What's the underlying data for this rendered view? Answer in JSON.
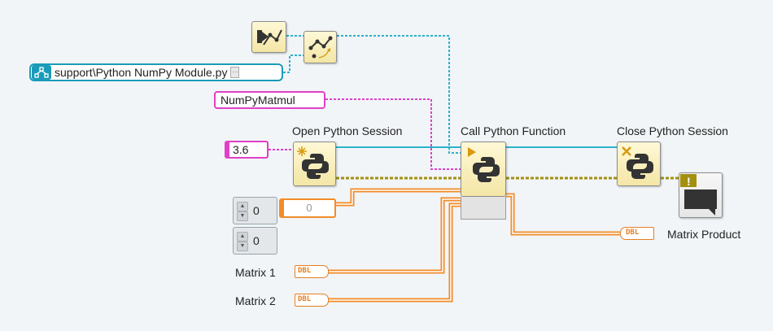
{
  "nodes": {
    "open_session": {
      "label": "Open Python Session"
    },
    "call_function": {
      "label": "Call Python Function"
    },
    "close_session": {
      "label": "Close Python Session"
    }
  },
  "constants": {
    "module_path": "support\\Python NumPy Module.py",
    "function_name": "NumPyMatmul",
    "python_version": "3.6"
  },
  "controls": {
    "stepper_1": "0",
    "stepper_2": "0",
    "indicator_value": "0"
  },
  "terminals": {
    "matrix1": {
      "label": "Matrix 1",
      "type": "DBL"
    },
    "matrix2": {
      "label": "Matrix 2",
      "type": "DBL"
    },
    "matrix_product": {
      "label": "Matrix Product",
      "type": "DBL"
    }
  },
  "colors": {
    "path_wire": "#2bb3c8",
    "string_wire": "#e040c8",
    "session_wire": "#a39010",
    "numeric_wire": "#f28c28"
  }
}
